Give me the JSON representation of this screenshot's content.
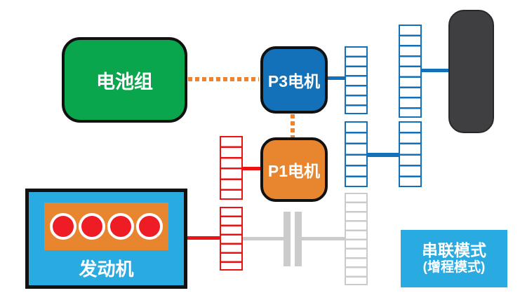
{
  "diagram": {
    "nodes": {
      "battery": {
        "label": "电池组"
      },
      "p3_motor": {
        "label": "P3电机"
      },
      "p1_motor": {
        "label": "P1电机"
      },
      "engine": {
        "label": "发动机",
        "cylinder_count": 4
      },
      "wheel": {
        "shape": "tire-rounded-rect"
      }
    },
    "mode_badge": {
      "line1": "串联模式",
      "line2": "(增程模式)"
    },
    "shapes": {
      "gears": [
        "gear-p3-output-blue-upper",
        "gear-countershaft-blue-tall",
        "gear-reduction-blue-lower-left",
        "gear-reduction-blue-lower-right",
        "gear-output-gray",
        "gear-p1-red",
        "gear-engine-red"
      ],
      "clutch": "open-clutch-two-bars"
    },
    "connections": [
      {
        "from": "battery",
        "to": "p3_motor",
        "style": "dotted",
        "color_key": "dotted_orange"
      },
      {
        "from": "p3_motor",
        "to": "p1_motor",
        "style": "dotted",
        "color_key": "dotted_orange"
      },
      {
        "from": "p3_motor",
        "to": "gear-p3-output-blue-upper",
        "style": "solid",
        "color_key": "link_blue"
      },
      {
        "from": "gear-reduction-blue-lower-left",
        "to": "gear-reduction-blue-lower-right",
        "style": "solid",
        "color_key": "link_blue"
      },
      {
        "from": "gear-countershaft-blue-tall",
        "to": "wheel",
        "style": "solid",
        "color_key": "link_blue"
      },
      {
        "from": "gear-p1-red",
        "to": "p1_motor",
        "style": "solid",
        "color_key": "link_red"
      },
      {
        "from": "engine",
        "to": "gear-engine-red",
        "style": "solid",
        "color_key": "link_red"
      },
      {
        "from": "gear-engine-red",
        "to": "clutch",
        "style": "solid",
        "color_key": "link_gray"
      },
      {
        "from": "clutch",
        "to": "gear-output-gray",
        "style": "solid",
        "color_key": "link_gray"
      }
    ]
  },
  "colors": {
    "battery_green": "#0AA64E",
    "p3_blue": "#1271B8",
    "p1_orange": "#E8862F",
    "engine_blue": "#29ABE2",
    "engine_block_orange": "#E8862F",
    "cylinder_red": "#EE1C25",
    "wheel_dark": "#3F3F41",
    "mode_box_blue": "#29ABE2",
    "link_blue": "#1271B8",
    "link_red": "#EE1111",
    "link_gray": "#CBCBCB",
    "dotted_orange": "#F0832C",
    "outline_black": "#111111"
  }
}
